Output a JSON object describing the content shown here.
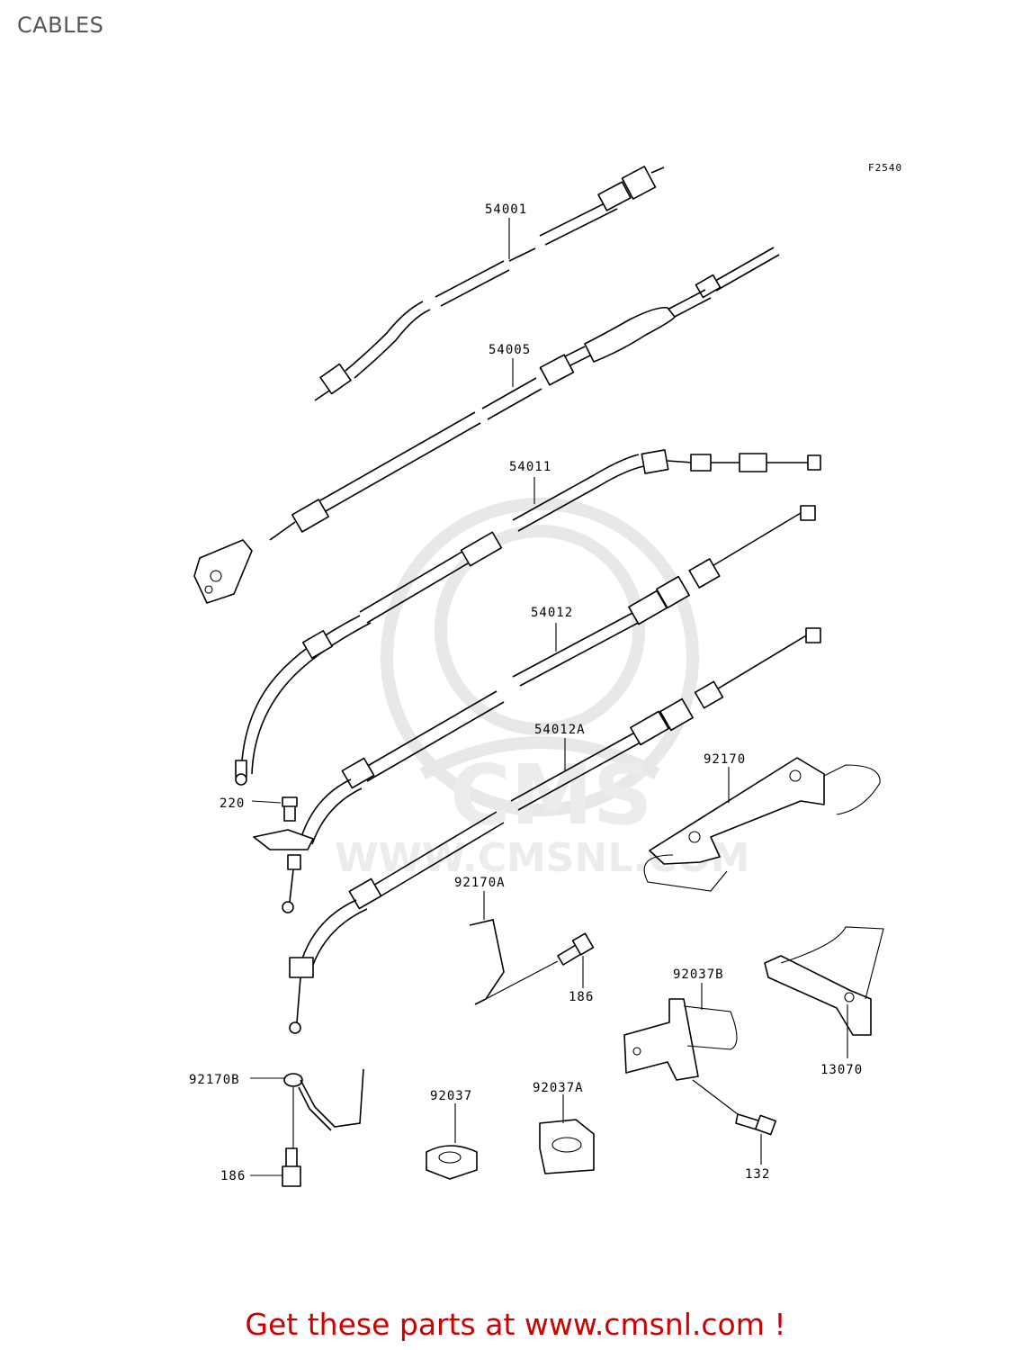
{
  "page": {
    "title": "CABLES",
    "footer": "Get these parts at www.cmsnl.com !"
  },
  "diagram": {
    "ref_code": "F2540",
    "watermark": {
      "logo_text": "CMS",
      "url_text": "WWW.CMSNL.COM"
    },
    "labels": {
      "p54001": "54001",
      "p54005": "54005",
      "p54011": "54011",
      "p54012": "54012",
      "p54012A": "54012A",
      "p92170": "92170",
      "p220": "220",
      "p92170A": "92170A",
      "p186a": "186",
      "p92037B": "92037B",
      "p13070": "13070",
      "p92170B": "92170B",
      "p92037": "92037",
      "p92037A": "92037A",
      "p132": "132",
      "p186b": "186"
    }
  }
}
